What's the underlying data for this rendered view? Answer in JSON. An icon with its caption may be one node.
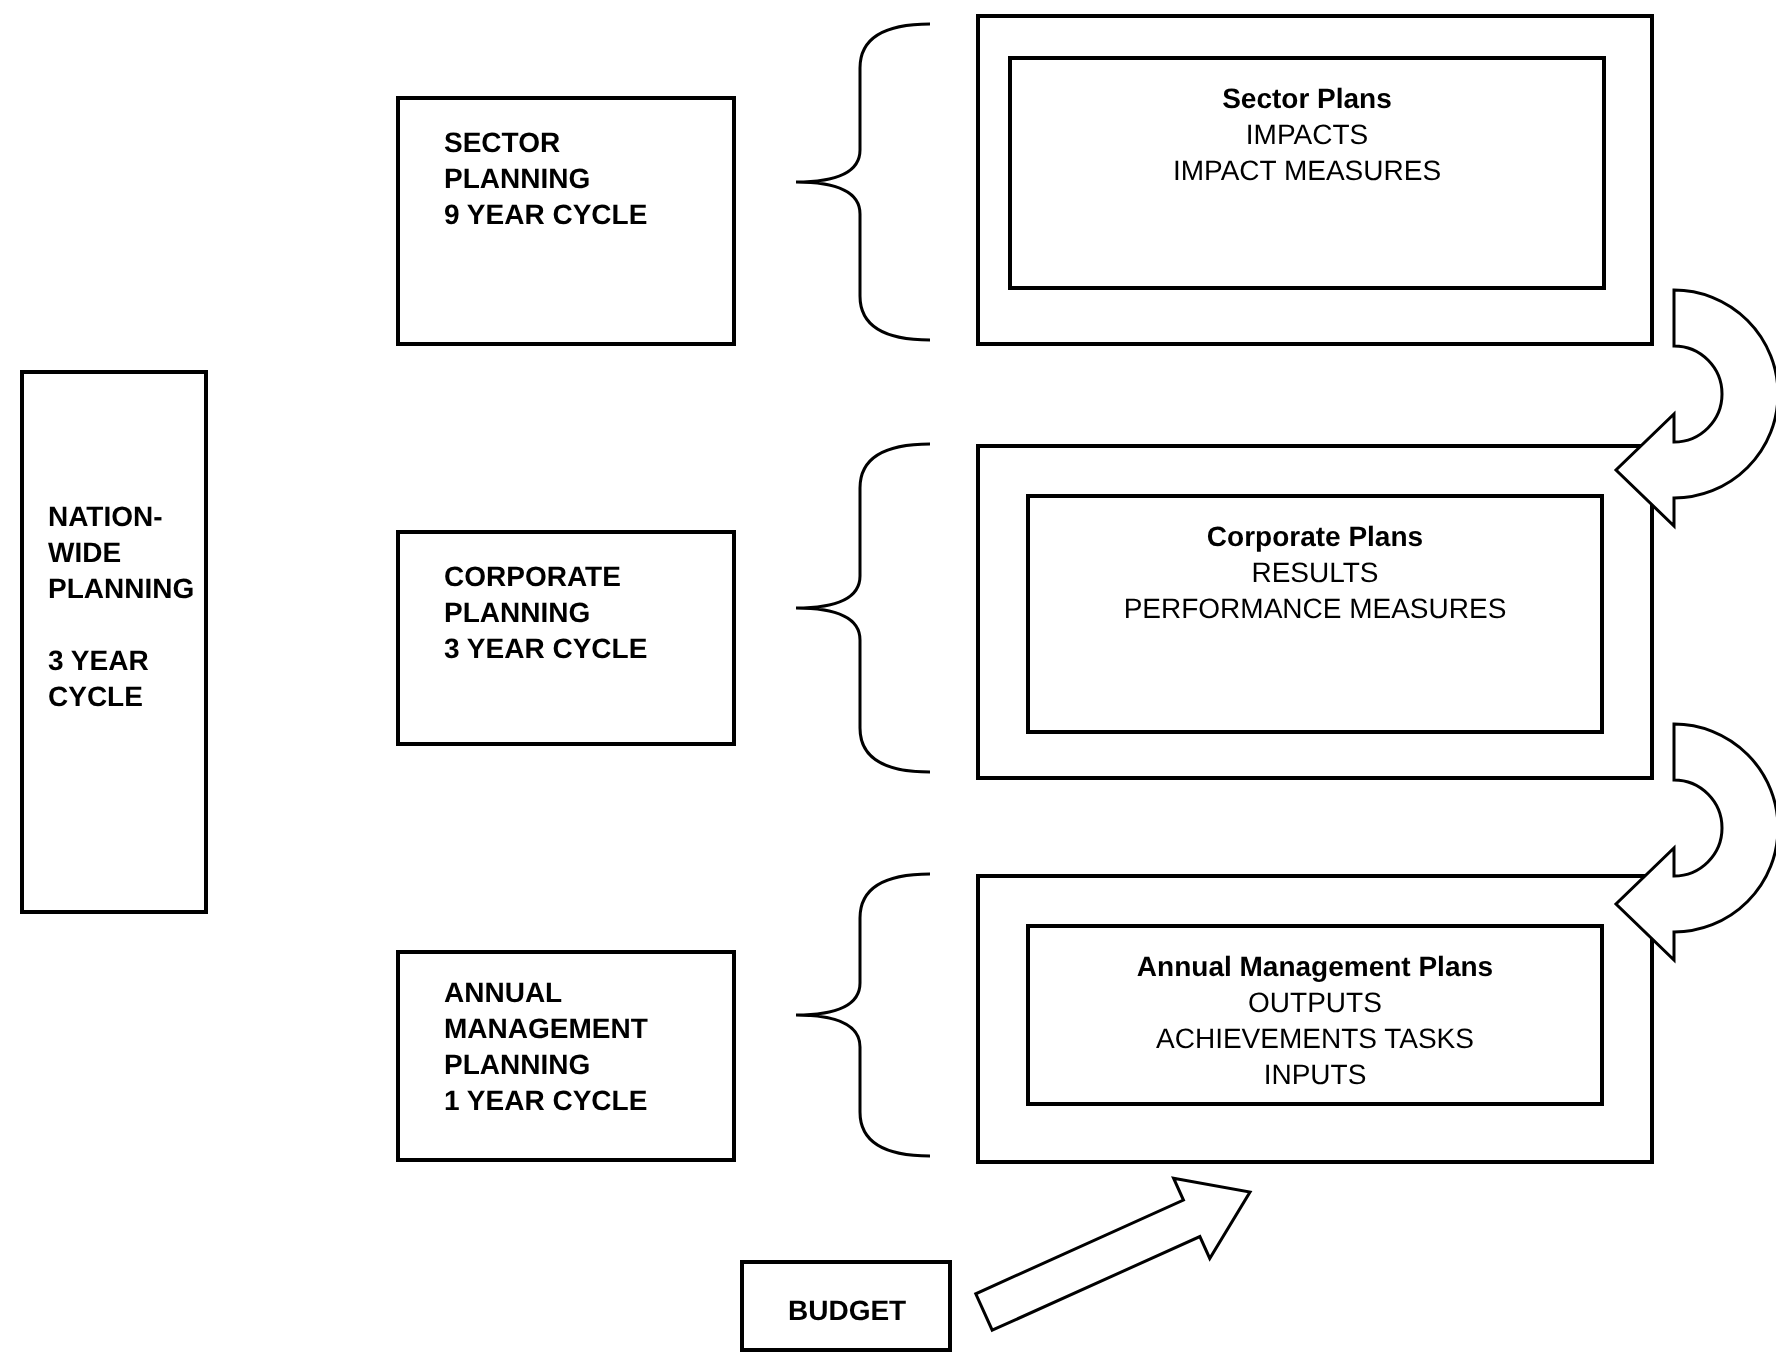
{
  "diagram": {
    "nodes": [
      {
        "text": [
          "NATION-WIDE PLANNING",
          "3 YEAR CYCLE"
        ]
      },
      {
        "text": [
          "SECTOR PLANNING",
          "9 YEAR CYCLE"
        ]
      },
      {
        "text": [],
        "shape": "box"
      },
      {
        "text": [
          "Sector Plans",
          "IMPACTS",
          "IMPACT MEASURES"
        ],
        "in": 2
      },
      {
        "text": [
          "CORPORATE PLANNING",
          "3 YEAR CYCLE"
        ]
      },
      {
        "text": [],
        "shape": "box"
      },
      {
        "text": [
          "Corporate Plans",
          "RESULTS",
          "PERFORMANCE MEASURES"
        ],
        "in": 5
      },
      {
        "text": [
          "ANNUAL MANAGEMENT PLANNING",
          "1 YEAR CYCLE"
        ]
      },
      {
        "text": [],
        "shape": "box"
      },
      {
        "text": [
          "Annual Management Plans",
          "OUTPUTS",
          "ACHIEVEMENTS TASKS",
          "INPUTS"
        ],
        "in": 8
      },
      {
        "text": [
          "BUDGET"
        ]
      }
    ],
    "edges": [
      {
        "from": 2,
        "to": 6,
        "arrow": "to"
      },
      {
        "from": 5,
        "to": 9,
        "arrow": "to"
      },
      {
        "from": 10,
        "to": 8,
        "arrow": "to"
      }
    ]
  }
}
